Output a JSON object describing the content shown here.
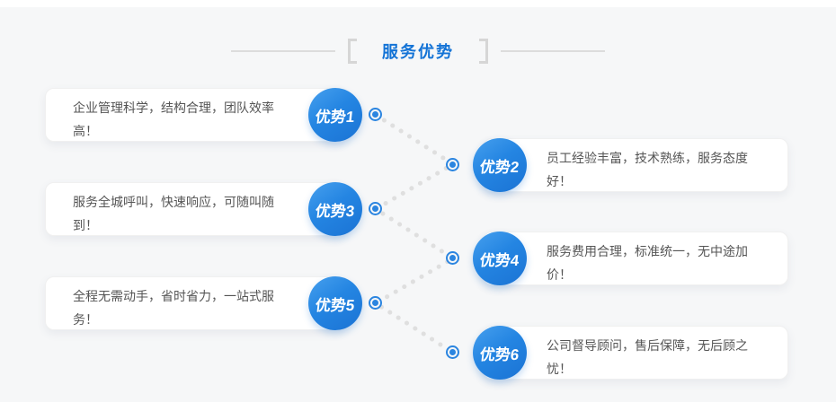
{
  "section": {
    "title": "服务优势"
  },
  "colors": {
    "accent_blue": "#1373d6",
    "circle_blue_top": "#47a0ee",
    "circle_blue_bottom": "#1b73d4",
    "bullet_blue": "#2b85e0",
    "dotted_line_gray": "#dfdfdf",
    "panel_background": "#f6f7f8",
    "card_background": "#ffffff",
    "body_text": "#555555"
  },
  "advantages": [
    {
      "badge": "优势1",
      "text": "企业管理科学，结构合理，团队效率高！",
      "side": "left"
    },
    {
      "badge": "优势2",
      "text": "员工经验丰富，技术熟练，服务态度好！",
      "side": "right"
    },
    {
      "badge": "优势3",
      "text": "服务全城呼叫，快速响应，可随叫随到！",
      "side": "left"
    },
    {
      "badge": "优势4",
      "text": "服务费用合理，标准统一，无中途加价！",
      "side": "right"
    },
    {
      "badge": "优势5",
      "text": "全程无需动手，省时省力，一站式服务！",
      "side": "left"
    },
    {
      "badge": "优势6",
      "text": "公司督导顾问，售后保障，无后顾之忧！",
      "side": "right"
    }
  ]
}
